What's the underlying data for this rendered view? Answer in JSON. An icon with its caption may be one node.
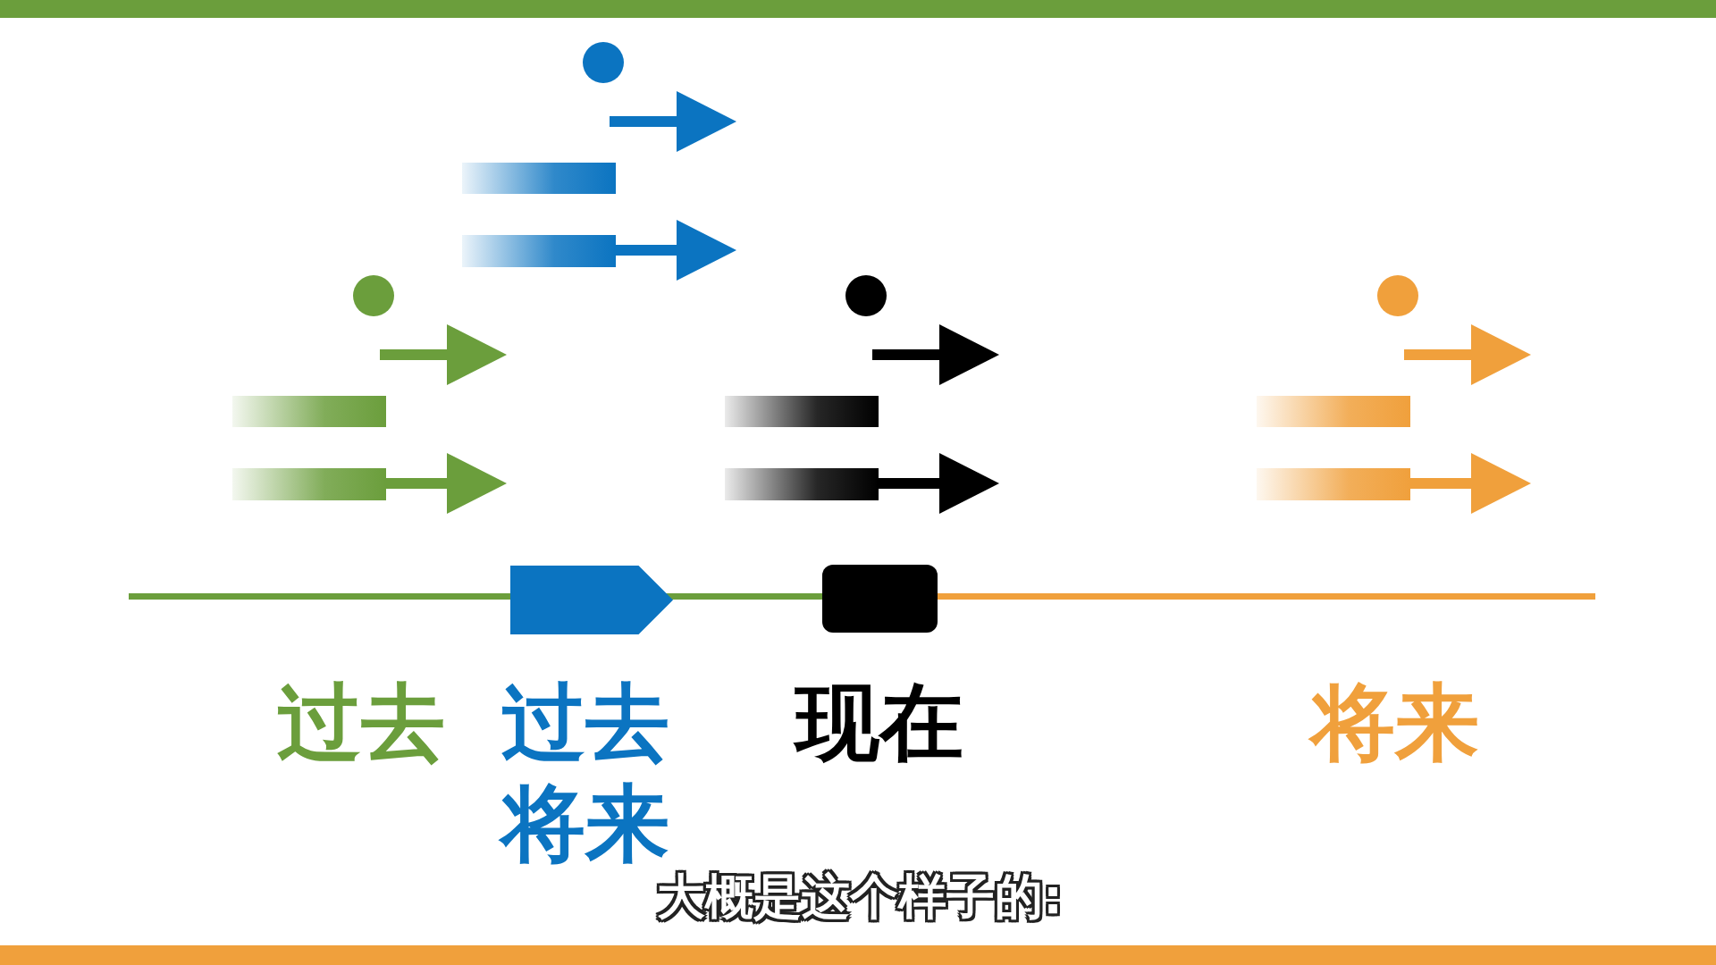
{
  "diagram": {
    "caption": "大概是这个样子的:",
    "nodes": [
      {
        "text": [],
        "shape": "pentagon"
      },
      {
        "text": [],
        "shape": "box"
      }
    ],
    "labels": [
      "过去",
      "过去将来",
      "现在",
      "将来"
    ]
  }
}
